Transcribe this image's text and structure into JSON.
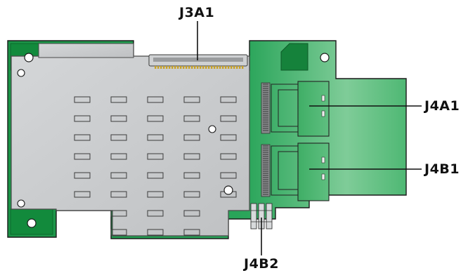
{
  "labels": {
    "j3a1": "J3A1",
    "j4a1": "J4A1",
    "j4b1": "J4B1",
    "j4b2": "J4B2"
  },
  "colors": {
    "pcb_green_dark": "#1f9a4a",
    "pcb_green_light": "#8fd4a5",
    "heatsink_gray": "#c9cbcd",
    "heatsink_outline": "#4a4a4a",
    "header_gold": "#c9a227",
    "callout_line": "#111111"
  },
  "icons": {
    "board": "raid-controller-pcb-icon",
    "heatsink": "heatsink-icon"
  }
}
